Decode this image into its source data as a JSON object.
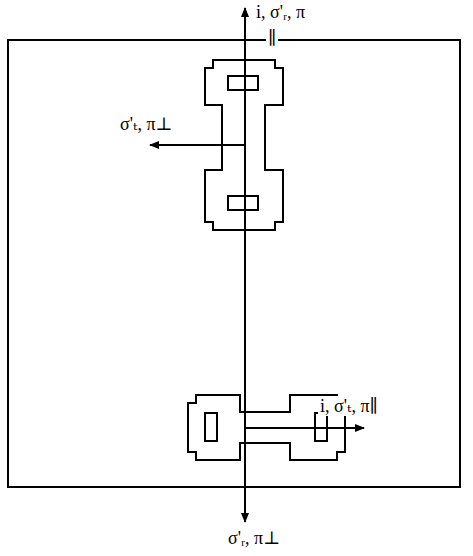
{
  "diagram": {
    "labels": [
      "i, σ'ᵣ, π",
      "∥",
      "σ'ₜ, π⊥",
      "i, σ'ₜ, π∥",
      "σ'ᵣ, π⊥"
    ]
  }
}
